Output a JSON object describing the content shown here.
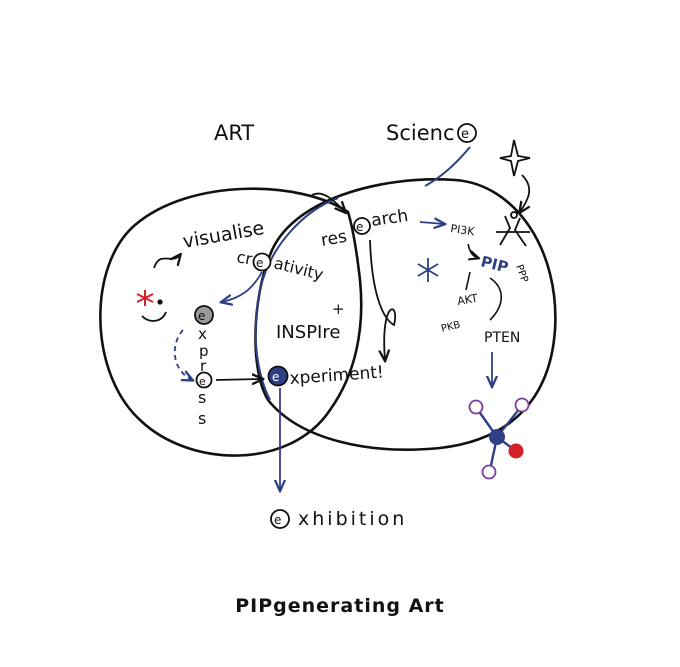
{
  "diagram": {
    "art_label": "ART",
    "science_label": "Scienc",
    "words": {
      "visualise": "visualise",
      "cr": "cr",
      "ativity": "ativity",
      "res": "res",
      "arch": "arch",
      "inspire": "INSPIre",
      "plus": "+",
      "xperiment": "xperiment!",
      "express_letters": [
        "x",
        "p",
        "r",
        "",
        "s",
        "s"
      ],
      "exhibition": "xhibition"
    },
    "e_marker": "e",
    "bio": {
      "pi3k": "PI3K",
      "pip": "PIP",
      "akt": "AKT",
      "pkb": "PKB",
      "pten": "PTEN",
      "ppp": "PPP"
    },
    "colors": {
      "ink": "#111111",
      "blue": "#2e3f86",
      "red": "#d42027",
      "grey_marker": "#9a9a9a",
      "purple": "#7a3e9d"
    }
  },
  "caption": "PIPgenerating Art"
}
